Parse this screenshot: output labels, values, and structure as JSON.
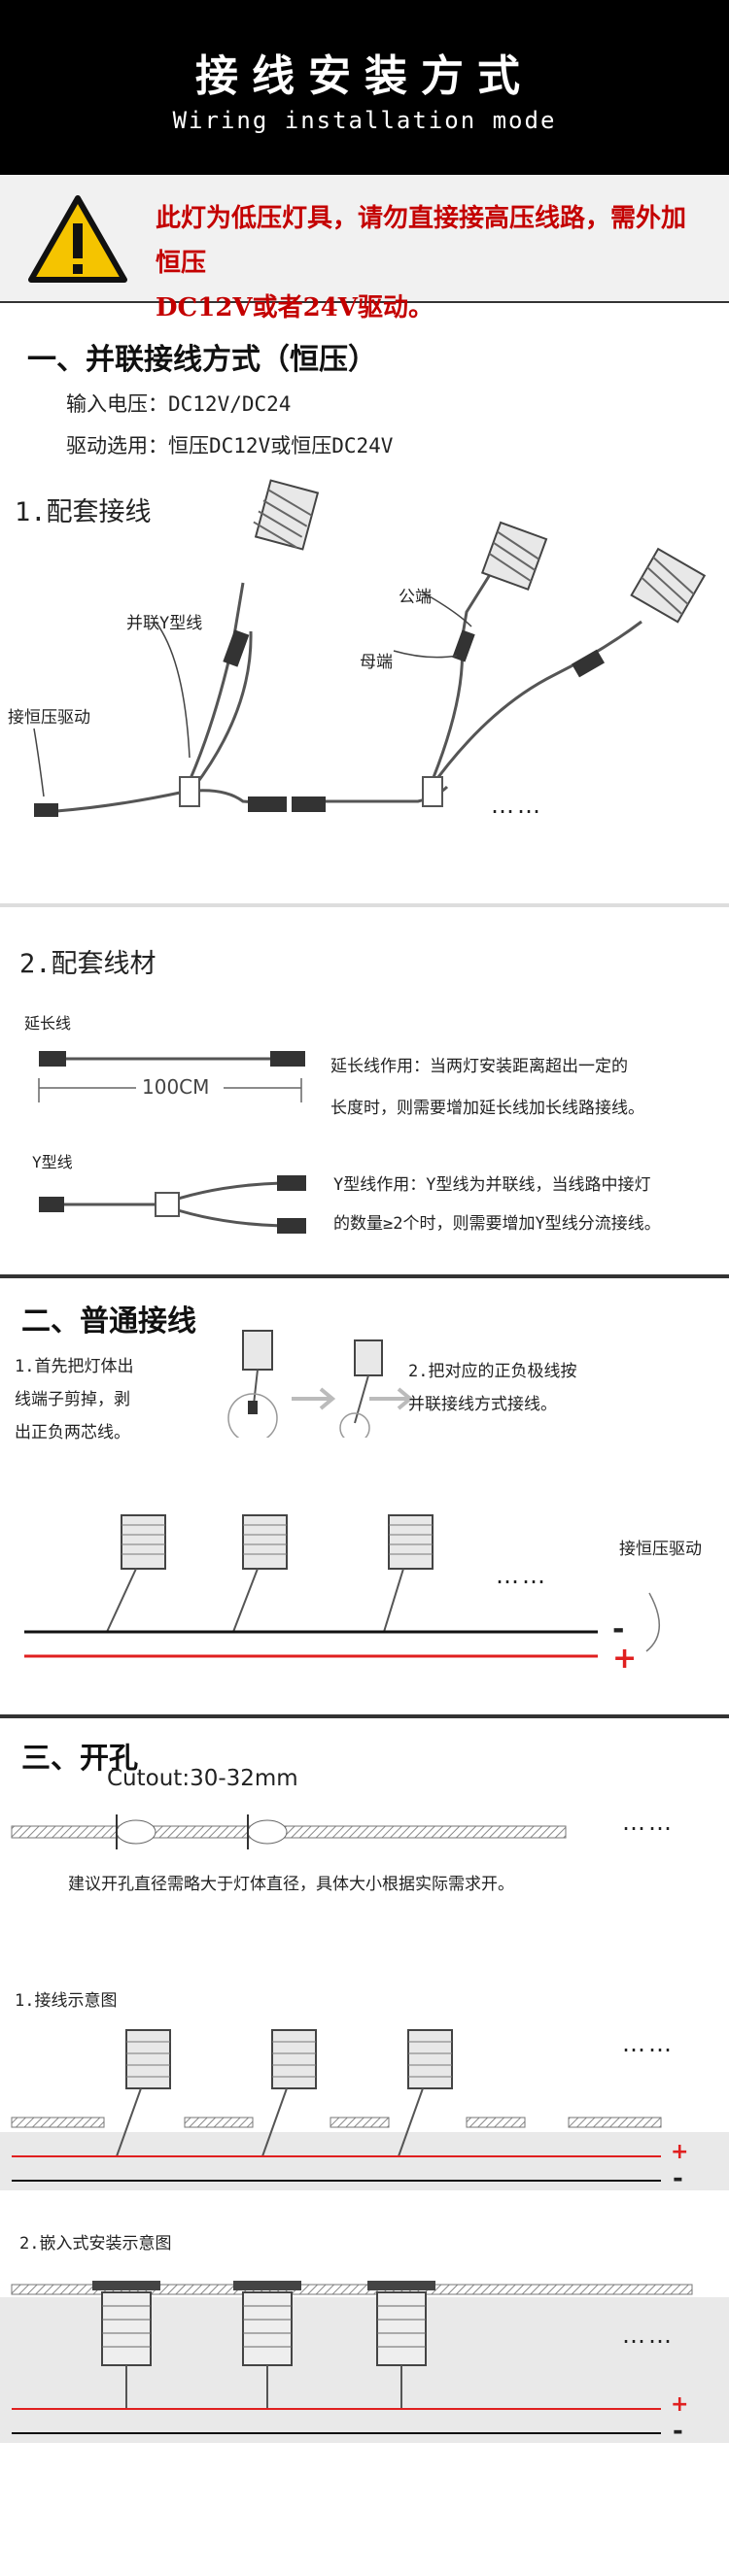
{
  "header": {
    "title_cn": "接线安装方式",
    "title_en": "Wiring installation mode"
  },
  "warning": {
    "line1": "此灯为低压灯具，请勿直接接高压线路，需外加恒压",
    "line2": "DC12V或者24V驱动。"
  },
  "section1": {
    "title": "一、并联接线方式（恒压）",
    "input_voltage": "输入电压：DC12V/DC24",
    "driver": "驱动选用：恒压DC12V或恒压DC24V",
    "sub1_title": "1.配套接线",
    "label_y_wire": "并联Y型线",
    "label_driver": "接恒压驱动",
    "label_male": "公端",
    "label_female": "母端",
    "ellipsis": "……",
    "sub2_title": "2.配套线材",
    "ext_label": "延长线",
    "ext_length": "100CM",
    "ext_desc_1": "延长线作用：当两灯安装距离超出一定的",
    "ext_desc_2": "长度时，则需要增加延长线加长线路接线。",
    "y_label": "Y型线",
    "y_desc_1": "Y型线作用：Y型线为并联线，当线路中接灯",
    "y_desc_2": "的数量≥2个时，则需要增加Y型线分流接线。"
  },
  "section2": {
    "title": "二、普通接线",
    "step1_1": "1.首先把灯体出",
    "step1_2": "线端子剪掉，剥",
    "step1_3": "出正负两芯线。",
    "step2_1": "2.把对应的正负极线按",
    "step2_2": "并联接线方式接线。",
    "driver_label": "接恒压驱动",
    "ellipsis": "……",
    "minus": "-",
    "plus": "+"
  },
  "section3": {
    "title": "三、开孔",
    "cutout": "Cutout:30-32mm",
    "ellipsis": "……",
    "advice": "建议开孔直径需略大于灯体直径，具体大小根据实际需求开。",
    "sub1_title": "1.接线示意图",
    "sub2_title": "2.嵌入式安装示意图",
    "plus": "+",
    "minus": "-"
  },
  "colors": {
    "warning_red": "#c40000",
    "wire_red": "#e02020",
    "wire_black": "#111111"
  }
}
